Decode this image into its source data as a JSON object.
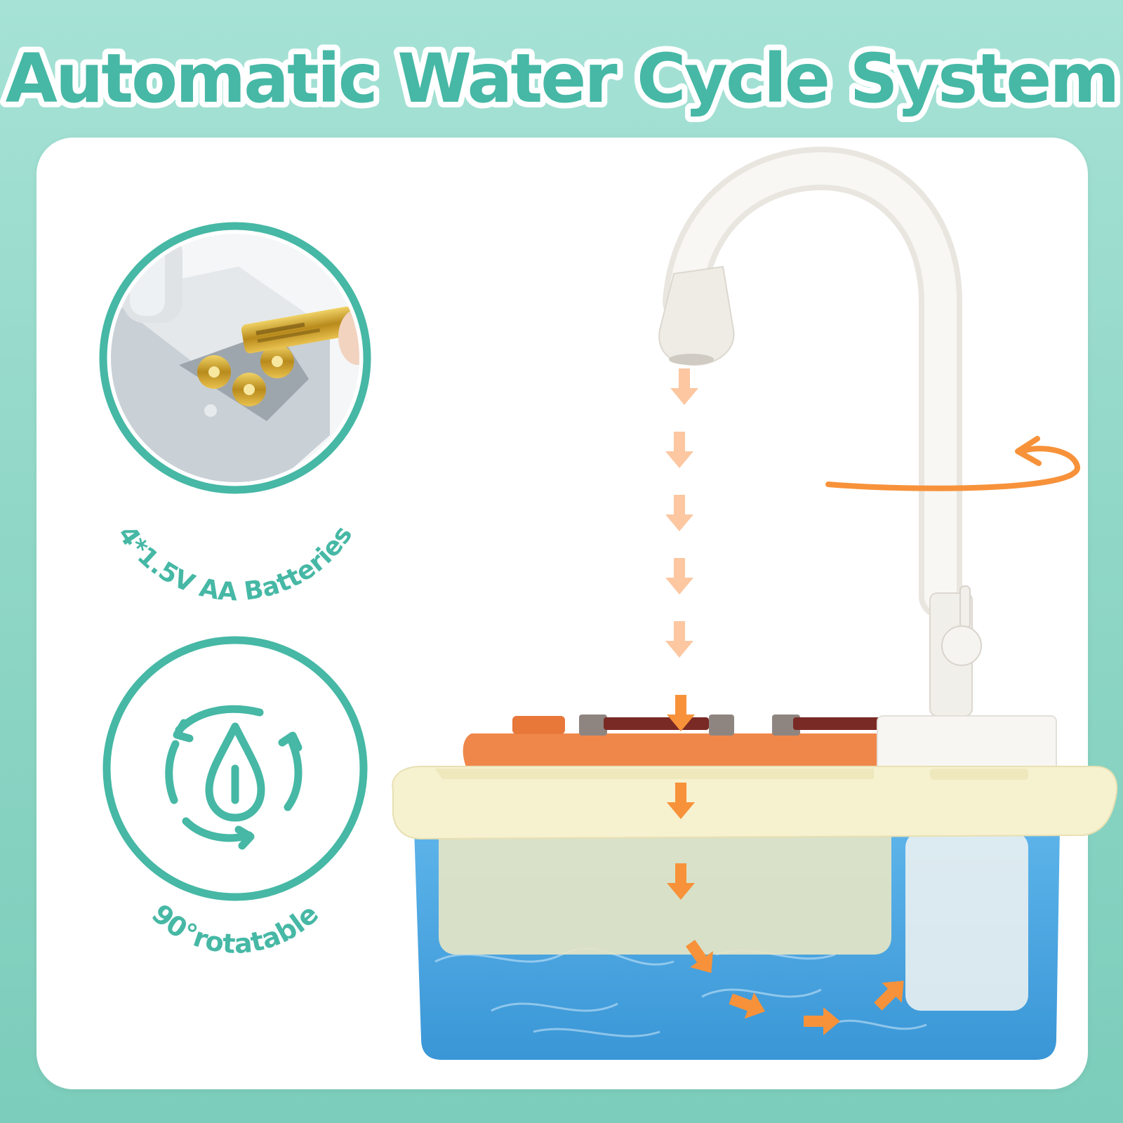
{
  "headline": {
    "text": "Automatic Water Cycle System",
    "fill_color": "#46b8a5",
    "outline_color": "#ffffff"
  },
  "features": [
    {
      "label": "4*1.5V AA Batteries",
      "icon": "battery-compartment-icon"
    },
    {
      "label": "90°rotatable",
      "icon": "water-drop-cycle-icon"
    }
  ],
  "colors": {
    "accent_teal": "#46b8a5",
    "arrow_orange": "#f7923a",
    "arrow_light": "#fcc7a1",
    "water_blue": "#4aa6e2",
    "sink_cream": "#f6f1cf",
    "stove_orange": "#f0874a"
  }
}
